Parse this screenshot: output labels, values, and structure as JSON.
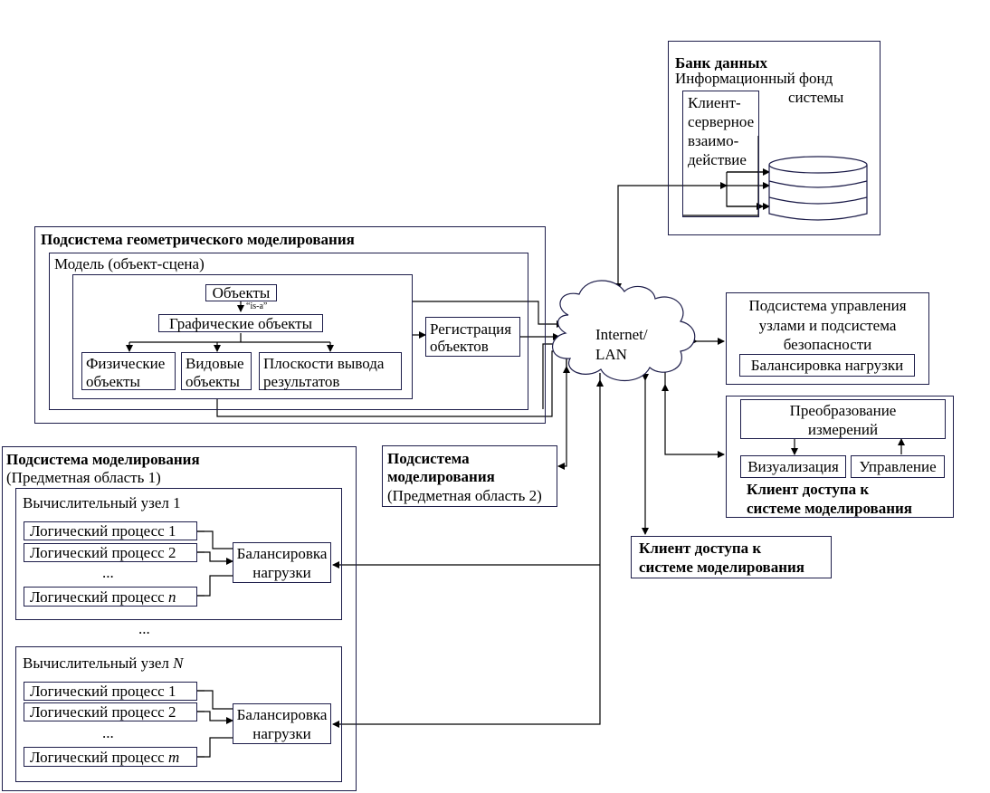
{
  "data_bank": {
    "title": "Банк данных",
    "subtitle_1": "Информационный фонд",
    "subtitle_2": "системы",
    "client_server": [
      "Клиент-",
      "серверное",
      "взаимо-",
      "действие"
    ]
  },
  "geo_subsystem": {
    "title": "Подсистема геометрического моделирования",
    "model_label": "Модель (объект-сцена)",
    "objects": "Объекты",
    "is_a": "“is-a”",
    "graphic_objects": "Графические объекты",
    "physical": [
      "Физические",
      "объекты"
    ],
    "view": [
      "Видовые",
      "объекты"
    ],
    "planes": [
      "Плоскости вывода",
      "результатов"
    ],
    "registration": [
      "Регистрация",
      "объектов"
    ]
  },
  "network": {
    "line1": "Internet/",
    "line2": "LAN"
  },
  "node_mgmt": {
    "lines": [
      "Подсистема управления",
      "узлами и подсистема",
      "безопасности"
    ],
    "balancing": "Балансировка нагрузки"
  },
  "access_client_right": {
    "transform": [
      "Преобразование",
      "измерений"
    ],
    "visualization": "Визуализация",
    "control": "Управление",
    "title": [
      "Клиент доступа к",
      "системе моделирования"
    ]
  },
  "subsystem_2": {
    "title": [
      "Подсистема",
      "моделирования"
    ],
    "subtitle": "(Предметная область 2)"
  },
  "access_client_center": {
    "title": [
      "Клиент доступа к",
      "системе моделирования"
    ]
  },
  "subsystem_1": {
    "title": "Подсистема моделирования",
    "subtitle": "(Предметная область 1)",
    "between_nodes": "...",
    "node1": {
      "title": "Вычислительный узел 1",
      "processes": [
        "Логический процесс 1",
        "Логический процесс 2"
      ],
      "dots": "...",
      "last_process_prefix": "Логический процесс ",
      "last_process_var": "n",
      "balancing": [
        "Балансировка",
        "нагрузки"
      ]
    },
    "nodeN": {
      "title_prefix": "Вычислительный узел ",
      "title_var": "N",
      "processes": [
        "Логический процесс 1",
        "Логический процесс 2"
      ],
      "dots": "...",
      "last_process_prefix": "Логический процесс ",
      "last_process_var": "m",
      "balancing": [
        "Балансировка",
        "нагрузки"
      ]
    }
  },
  "colors": {
    "stroke": "#1d1d4a",
    "background": "#ffffff"
  }
}
